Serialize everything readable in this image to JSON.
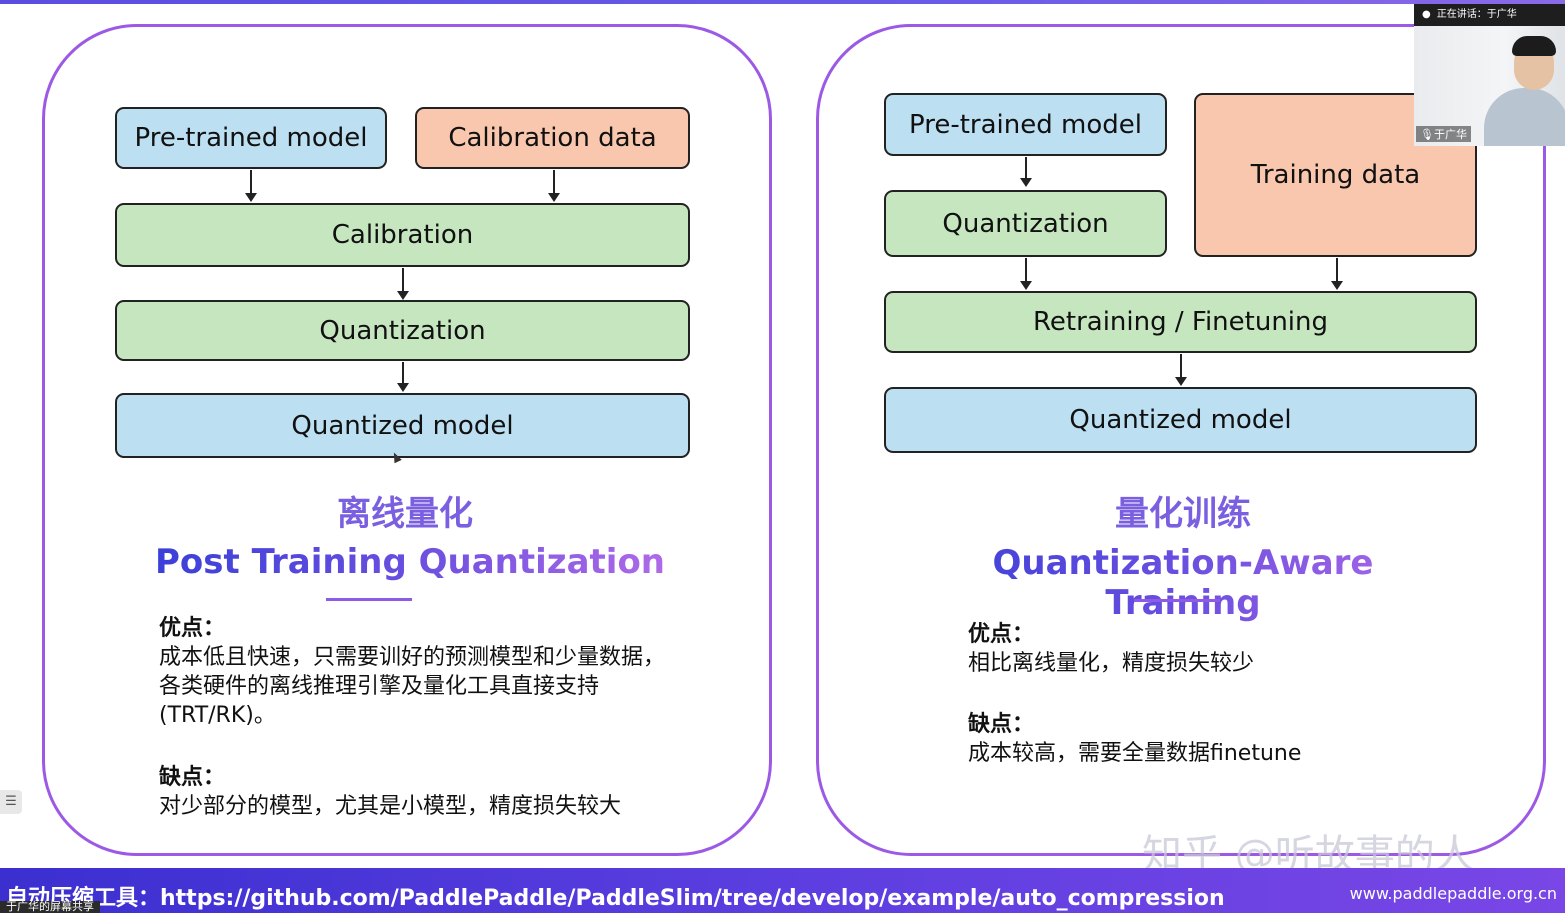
{
  "left": {
    "boxes": {
      "pretrained": "Pre-trained model",
      "calib_data": "Calibration data",
      "calibration": "Calibration",
      "quantization": "Quantization",
      "quantized": "Quantized model"
    },
    "cn_title": "离线量化",
    "en_title": "Post Training Quantization",
    "pros_label": "优点：",
    "pros_lines": [
      "成本低且快速，只需要训好的预测模型和少量数据，",
      "各类硬件的离线推理引擎及量化工具直接支持",
      "(TRT/RK)。"
    ],
    "cons_label": "缺点：",
    "cons_lines": [
      "对少部分的模型，尤其是小模型，精度损失较大"
    ]
  },
  "right": {
    "boxes": {
      "pretrained": "Pre-trained model",
      "quantization": "Quantization",
      "training_data": "Training data",
      "retraining": "Retraining / Finetuning",
      "quantized": "Quantized model"
    },
    "cn_title": "量化训练",
    "en_title": "Quantization-Aware Training",
    "pros_label": "优点：",
    "pros_lines": [
      "相比离线量化，精度损失较少"
    ],
    "cons_label": "缺点：",
    "cons_lines": [
      "成本较高，需要全量数据finetune"
    ]
  },
  "video": {
    "speaking": "正在讲话：于广华",
    "name": "于广华"
  },
  "footer": {
    "text": "自动压缩工具：https://github.com/PaddlePaddle/PaddleSlim/tree/develop/example/auto_compression",
    "site": "www.paddlepaddle.org.cn",
    "sharing": "于广华的屏幕共享"
  },
  "watermark": "知乎 @听故事的人",
  "colors": {
    "panel_border": "#9b59e6",
    "blue_box": "#bcdff2",
    "green_box": "#c6e6c0",
    "peach_box": "#f8c7ad",
    "footer_bg": "#4b36d8"
  }
}
